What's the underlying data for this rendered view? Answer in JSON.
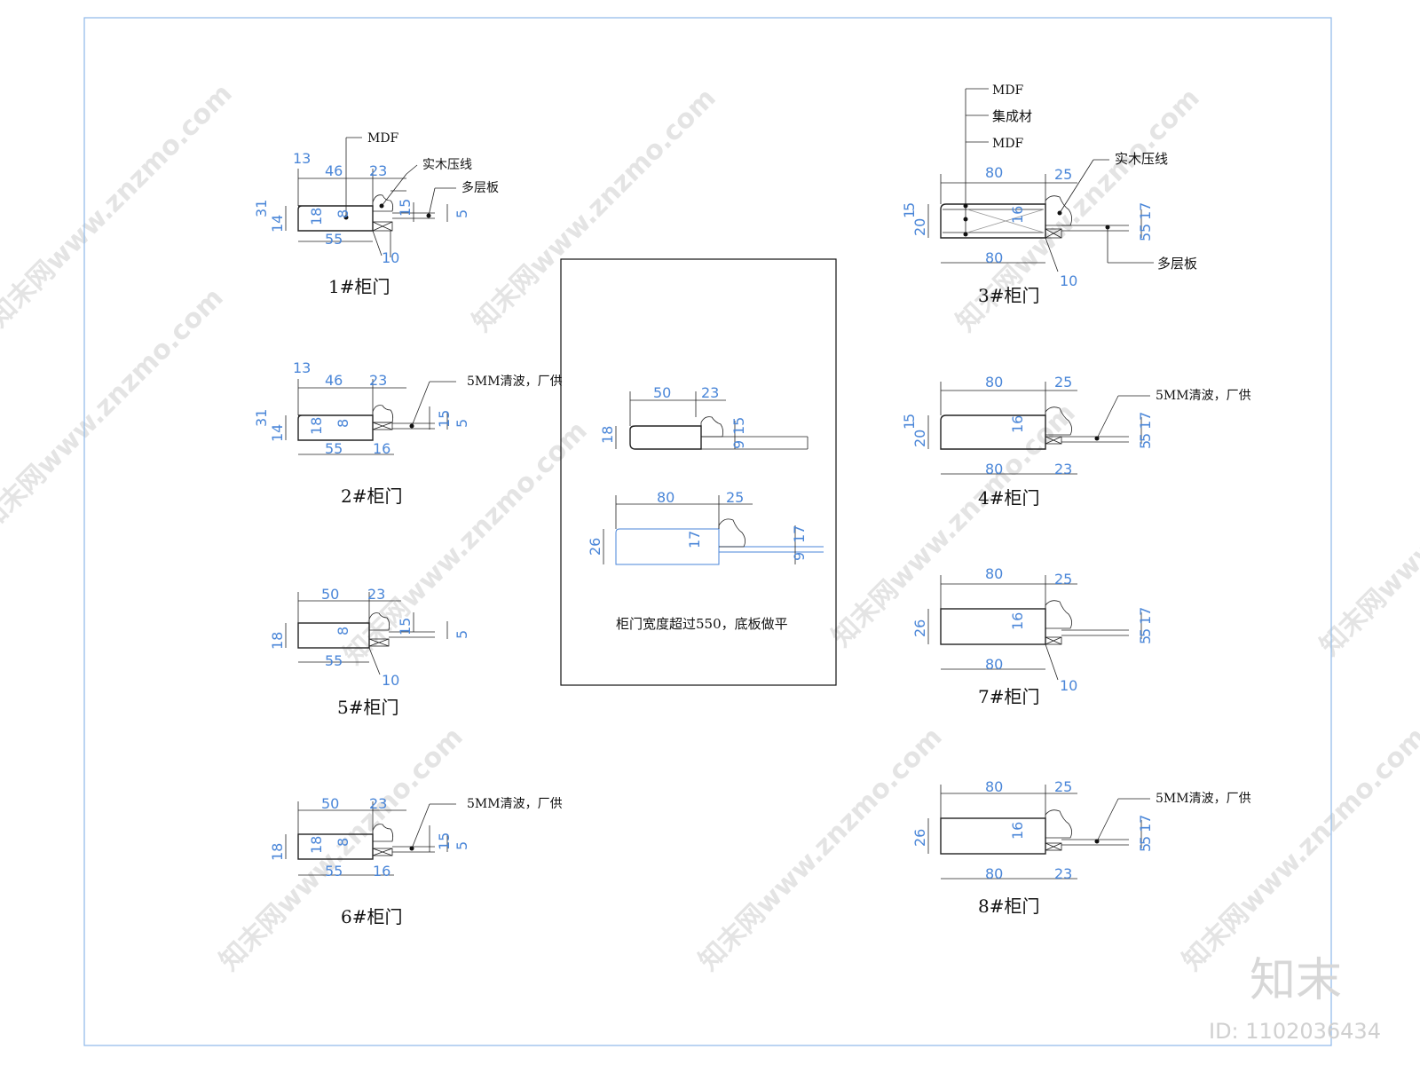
{
  "panels": [
    {
      "id": "1",
      "title": "1#柜门",
      "ox": 0,
      "oy": 0,
      "dims": [
        "13",
        "46",
        "23",
        "31",
        "14",
        "18",
        "8",
        "15",
        "5",
        "55",
        "10"
      ],
      "labels": [
        "MDF",
        "实木压线",
        "多层板"
      ]
    },
    {
      "id": "2",
      "title": "2#柜门",
      "dims": [
        "13",
        "46",
        "23",
        "31",
        "14",
        "18",
        "8",
        "15",
        "5",
        "55",
        "16"
      ],
      "labels": [
        "5MM清波，厂供"
      ]
    },
    {
      "id": "5",
      "title": "5#柜门",
      "dims": [
        "50",
        "23",
        "18",
        "8",
        "15",
        "5",
        "55",
        "10"
      ],
      "labels": []
    },
    {
      "id": "6",
      "title": "6#柜门",
      "dims": [
        "50",
        "23",
        "18",
        "18",
        "8",
        "15",
        "5",
        "55",
        "16"
      ],
      "labels": [
        "5MM清波，厂供"
      ]
    },
    {
      "id": "3",
      "title": "3#柜门",
      "dims": [
        "80",
        "25",
        "5",
        "1",
        "20",
        "16",
        "17",
        "5",
        "5",
        "80",
        "10"
      ],
      "labels": [
        "MDF",
        "集成材",
        "MDF",
        "实木压线",
        "多层板"
      ]
    },
    {
      "id": "4",
      "title": "4#柜门",
      "dims": [
        "80",
        "25",
        "5",
        "1",
        "20",
        "16",
        "17",
        "5",
        "5",
        "80",
        "23"
      ],
      "labels": [
        "5MM清波，厂供"
      ]
    },
    {
      "id": "7",
      "title": "7#柜门",
      "dims": [
        "80",
        "25",
        "26",
        "16",
        "17",
        "5",
        "5",
        "80",
        "10"
      ],
      "labels": []
    },
    {
      "id": "8",
      "title": "8#柜门",
      "dims": [
        "80",
        "25",
        "26",
        "16",
        "17",
        "5",
        "5",
        "80",
        "23"
      ],
      "labels": [
        "5MM清波，厂供"
      ]
    }
  ],
  "center_box": {
    "upper_dims": [
      "50",
      "23",
      "18",
      "15",
      "9"
    ],
    "lower_dims": [
      "80",
      "25",
      "26",
      "17",
      "17",
      "9"
    ],
    "note": "柜门宽度超过550，底板做平"
  },
  "watermark": {
    "text": "知末网www.znzmo.com",
    "brand": "知末",
    "id_text": "ID: 1102036434"
  },
  "colors": {
    "frame": "#8eb8e8",
    "dimension": "#4a86d8",
    "line": "#111111"
  }
}
